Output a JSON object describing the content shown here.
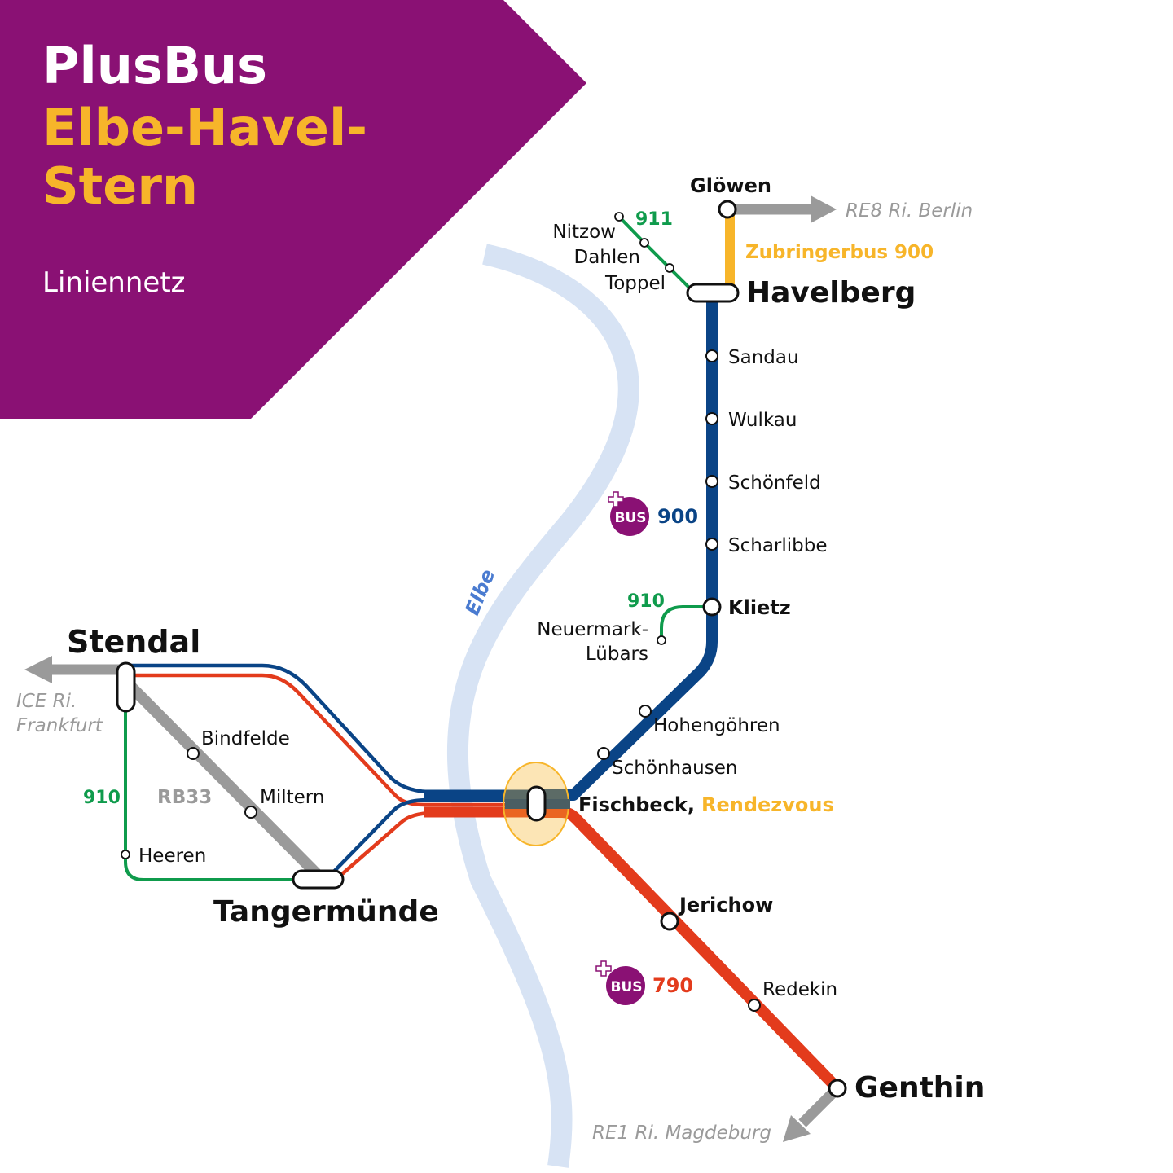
{
  "header": {
    "title_line1": "PlusBus",
    "title_line2": "Elbe-Havel-",
    "title_line3": "Stern",
    "subtitle": "Liniennetz"
  },
  "colors": {
    "purple": "#8A1174",
    "yellow": "#F7B52A",
    "blue": "#0A4486",
    "red": "#E33B1C",
    "green": "#0F9B4C",
    "gray": "#9A9A9A",
    "river": "#D7E3F4",
    "river_label": "#4A7BD0"
  },
  "river": {
    "label": "Elbe"
  },
  "lines": {
    "bus900": {
      "badge_text": "BUS",
      "number": "900"
    },
    "bus790": {
      "badge_text": "BUS",
      "number": "790"
    },
    "feeder900": {
      "label": "Zubringerbus 900"
    },
    "line911": {
      "number": "911"
    },
    "line910_east": {
      "number": "910"
    },
    "line910_west": {
      "number": "910"
    },
    "rb33": {
      "label": "RB33"
    }
  },
  "stations": {
    "gloewen": "Glöwen",
    "havelberg": "Havelberg",
    "nitzow": "Nitzow",
    "dahlen": "Dahlen",
    "toppel": "Toppel",
    "sandau": "Sandau",
    "wulkau": "Wulkau",
    "schoenfeld": "Schönfeld",
    "scharlibbe": "Scharlibbe",
    "klietz": "Klietz",
    "neuermark_1": "Neuermark-",
    "neuermark_2": "Lübars",
    "hohengoehren": "Hohengöhren",
    "schoenhausen": "Schönhausen",
    "fischbeck": "Fischbeck,",
    "rendezvous": "Rendezvous",
    "stendal": "Stendal",
    "bindfelde": "Bindfelde",
    "miltern": "Miltern",
    "heeren": "Heeren",
    "tangermuende": "Tangermünde",
    "jerichow": "Jerichow",
    "redekin": "Redekin",
    "genthin": "Genthin"
  },
  "connections": {
    "re8": "RE8 Ri. Berlin",
    "ice_1": "ICE Ri.",
    "ice_2": "Frankfurt",
    "re1": "RE1 Ri. Magdeburg"
  }
}
